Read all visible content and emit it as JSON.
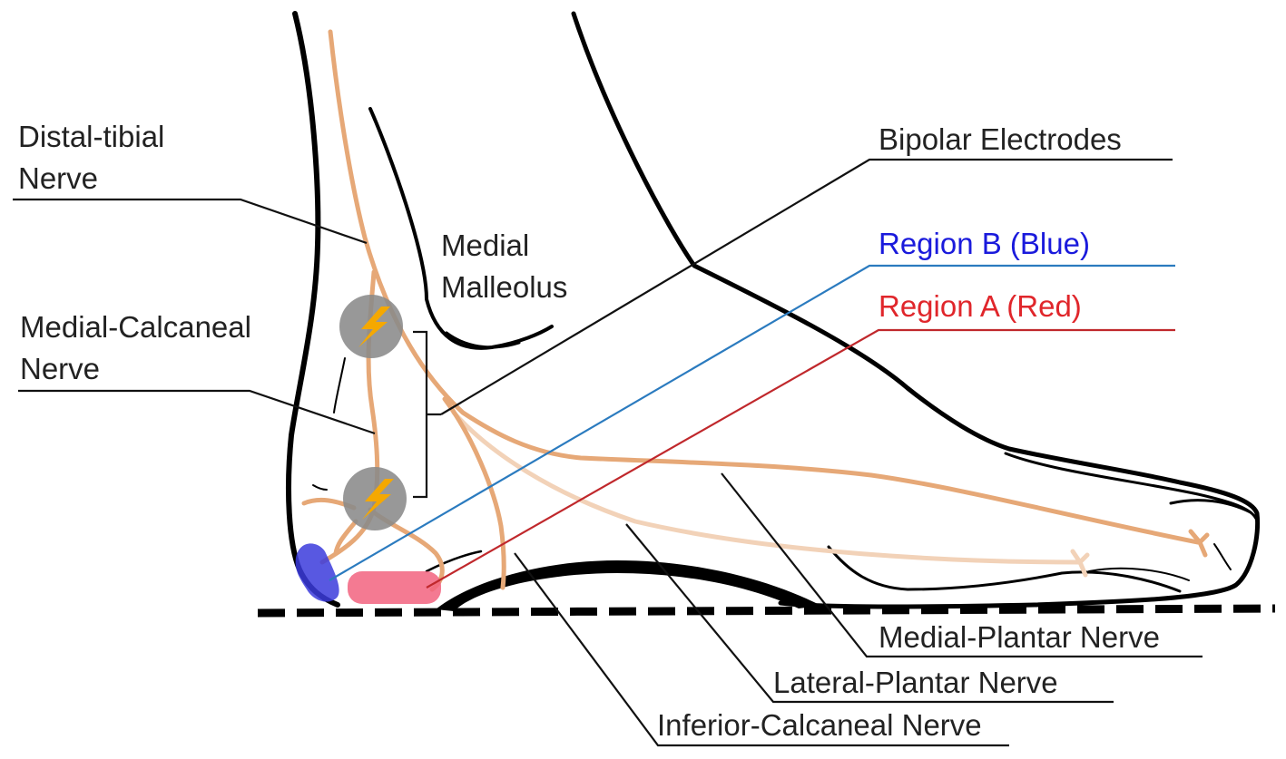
{
  "labels": {
    "distal_tibial_line1": "Distal-tibial",
    "distal_tibial_line2": "Nerve",
    "medial_malleolus_line1": "Medial",
    "medial_malleolus_line2": "Malleolus",
    "medial_calcaneal_line1": "Medial-Calcaneal",
    "medial_calcaneal_line2": "Nerve",
    "bipolar_electrodes": "Bipolar Electrodes",
    "region_b": "Region B (Blue)",
    "region_a": "Region A (Red)",
    "medial_plantar": "Medial-Plantar Nerve",
    "lateral_plantar": "Lateral-Plantar Nerve",
    "inferior_calcaneal": "Inferior-Calcaneal Nerve"
  },
  "colors": {
    "nerve": "#e6a877",
    "nerve_faint": "#f2d2b8",
    "electrode": "#8a8a8a",
    "bolt": "#f5a800",
    "region_a": "#f2637f",
    "region_b": "#3b3bdc",
    "leader_blue": "#2b7bbf",
    "leader_red": "#c0282c"
  },
  "icons": {
    "electrode_upper": "lightning-bolt-icon",
    "electrode_lower": "lightning-bolt-icon"
  }
}
